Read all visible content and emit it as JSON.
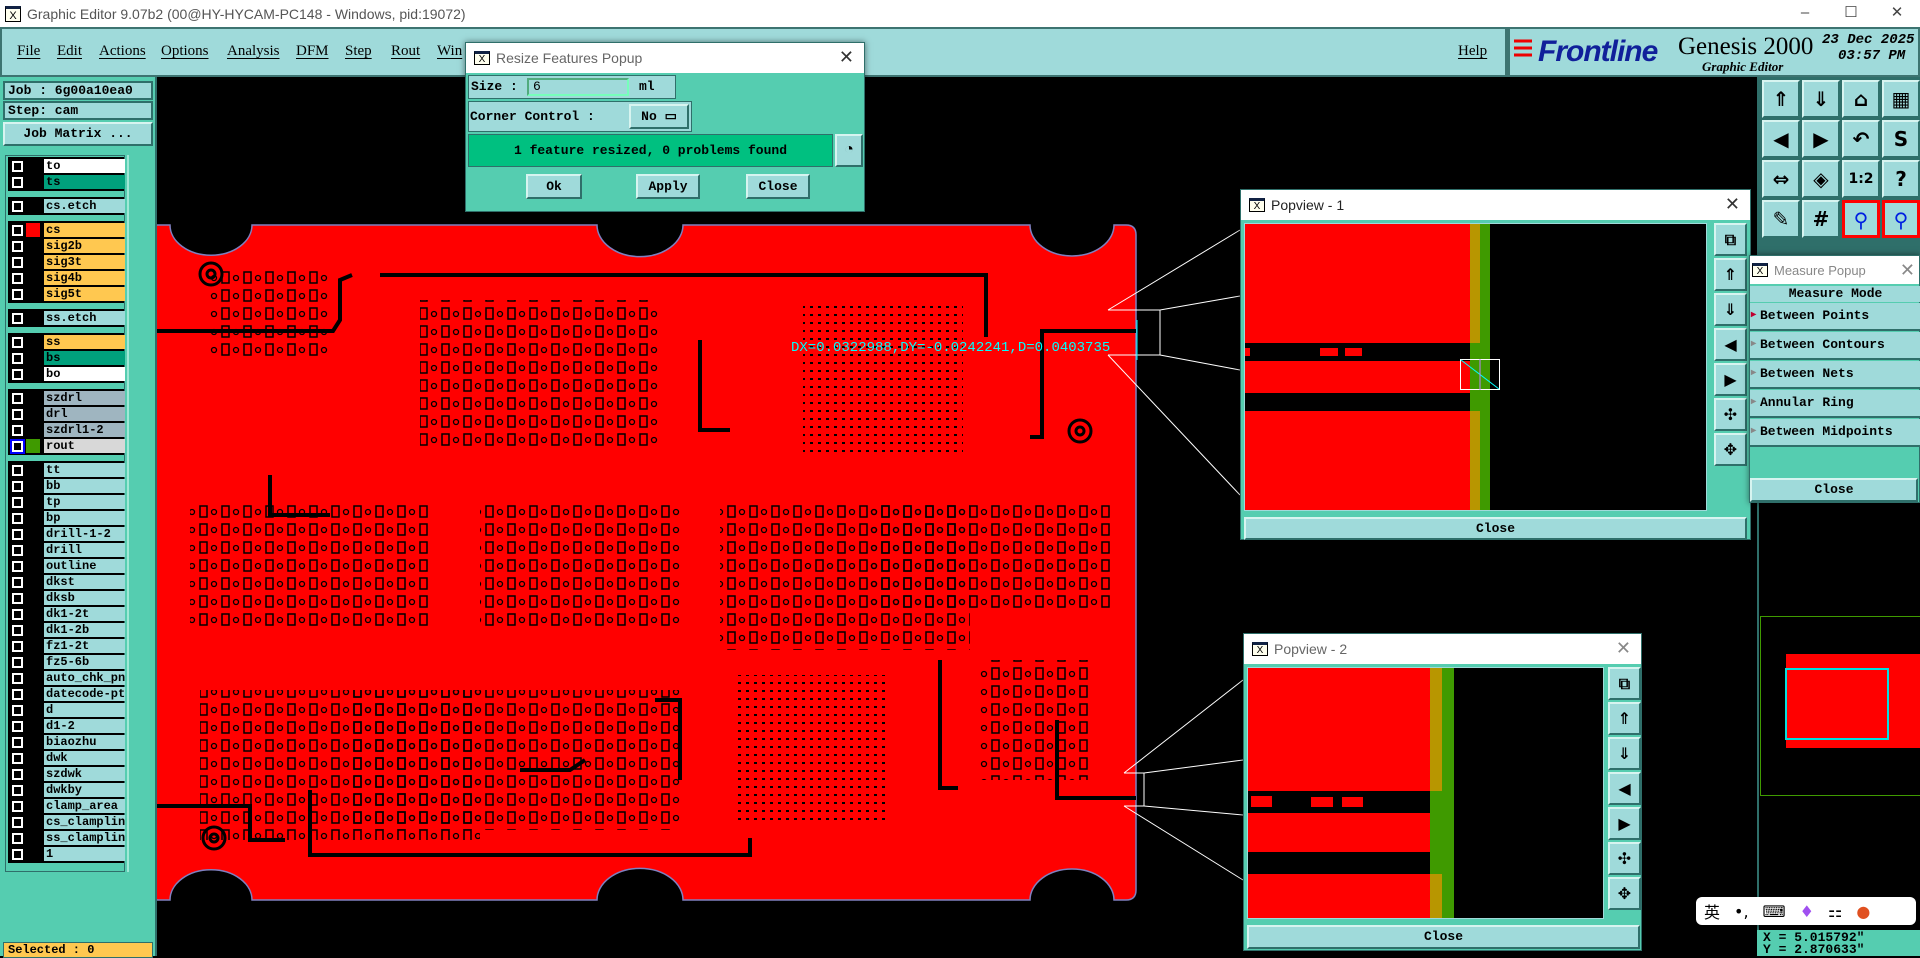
{
  "window": {
    "title": "Graphic Editor 9.07b2 (00@HY-HYCAM-PC148 - Windows, pid:19072)",
    "minimize": "–",
    "maximize": "☐",
    "close": "✕"
  },
  "menu": [
    "File",
    "Edit",
    "Actions",
    "Options",
    "Analysis",
    "DFM",
    "Step",
    "Rout",
    "Win",
    "Help"
  ],
  "brand": {
    "logo": "Frontline",
    "product": "Genesis 2000",
    "subtitle": "Graphic Editor",
    "date": "23 Dec 2025",
    "time": "03:57 PM"
  },
  "left": {
    "job": "Job : 6g00a10ea0",
    "step": "Step: cam",
    "job_matrix": "Job Matrix ...",
    "selected": "Selected : 0",
    "groups": [
      [
        {
          "name": "to",
          "color": "#ffffff"
        },
        {
          "name": "ts",
          "color": "#00a07c"
        }
      ],
      [
        {
          "name": "cs.etch",
          "color": "#9fdada"
        }
      ],
      [
        {
          "name": "cs",
          "color": "#ffc850",
          "swatch": "#ff0000"
        },
        {
          "name": "sig2b",
          "color": "#ffc850"
        },
        {
          "name": "sig3t",
          "color": "#ffc850"
        },
        {
          "name": "sig4b",
          "color": "#ffc850"
        },
        {
          "name": "sig5t",
          "color": "#ffc850"
        }
      ],
      [
        {
          "name": "ss.etch",
          "color": "#9fdada"
        }
      ],
      [
        {
          "name": "ss",
          "color": "#ffc850"
        },
        {
          "name": "bs",
          "color": "#00a07c"
        },
        {
          "name": "bo",
          "color": "#ffffff"
        }
      ],
      [
        {
          "name": "szdrl",
          "color": "#9fb5c0"
        },
        {
          "name": "drl",
          "color": "#9fb5c0"
        },
        {
          "name": "szdrl1-2",
          "color": "#9fb5c0"
        },
        {
          "name": "rout",
          "color": "#d8d8d8",
          "swatch": "#3f9a00",
          "active": true
        }
      ],
      [
        {
          "name": "tt",
          "color": "#9fdada"
        },
        {
          "name": "bb",
          "color": "#9fdada"
        },
        {
          "name": "tp",
          "color": "#9fdada"
        },
        {
          "name": "bp",
          "color": "#9fdada"
        },
        {
          "name": "drill-1-2",
          "color": "#9fdada"
        },
        {
          "name": "drill",
          "color": "#9fdada"
        },
        {
          "name": "outline",
          "color": "#9fdada"
        },
        {
          "name": "dkst",
          "color": "#9fdada"
        },
        {
          "name": "dksb",
          "color": "#9fdada"
        },
        {
          "name": "dk1-2t",
          "color": "#9fdada"
        },
        {
          "name": "dk1-2b",
          "color": "#9fdada"
        },
        {
          "name": "fz1-2t",
          "color": "#9fdada"
        },
        {
          "name": "fz5-6b",
          "color": "#9fdada"
        },
        {
          "name": "auto_chk_pnl",
          "color": "#9fdada"
        },
        {
          "name": "datecode-ptc",
          "color": "#9fdada"
        },
        {
          "name": "d",
          "color": "#9fdada"
        },
        {
          "name": "d1-2",
          "color": "#9fdada"
        },
        {
          "name": "biaozhu",
          "color": "#9fdada"
        },
        {
          "name": "dwk",
          "color": "#9fdada"
        },
        {
          "name": "szdwk",
          "color": "#9fdada"
        },
        {
          "name": "dwkby",
          "color": "#9fdada"
        },
        {
          "name": "clamp_area",
          "color": "#9fdada"
        },
        {
          "name": "cs_clampline",
          "color": "#9fdada"
        },
        {
          "name": "ss_clampline",
          "color": "#9fdada"
        },
        {
          "name": "1",
          "color": "#9fdada"
        }
      ]
    ]
  },
  "measure_readout": "DX=0.0322988,DY=-0.0242241,D=0.0403735",
  "resize_popup": {
    "title": "Resize Features Popup",
    "size_label": "Size :",
    "size_value": "6",
    "size_unit": "ml",
    "corner_label": "Corner Control :",
    "corner_value": "No",
    "status": "1 feature resized, 0 problems found",
    "ok": "Ok",
    "apply": "Apply",
    "close": "Close"
  },
  "popview1": {
    "title": "Popview - 1",
    "close": "Close"
  },
  "popview2": {
    "title": "Popview - 2",
    "close": "Close"
  },
  "measure_popup": {
    "title": "Measure Popup",
    "header": "Measure Mode",
    "options": [
      "Between Points",
      "Between Contours",
      "Between Nets",
      "Annular Ring",
      "Between Midpoints"
    ],
    "selected": "Between Points",
    "close": "Close"
  },
  "toolbar_icons": [
    "page-up-icon",
    "page-down-icon",
    "home-icon",
    "window-xy-icon",
    "pan-left-icon",
    "pan-right-icon",
    "undo-view-icon",
    "snake-icon",
    "zoom-fit-icon",
    "zoom-center-icon",
    "scale-1-2-icon",
    "help-icon",
    "tools-icon",
    "grid-icon",
    "net-highlight-icon",
    "drc-icon"
  ],
  "toolbar_glyphs": [
    "⇑",
    "⇓",
    "⌂",
    "▦",
    "◀",
    "▶",
    "↶",
    "S",
    "⇔",
    "◈",
    "1:2",
    "?",
    "✎",
    "#",
    "⚲",
    "⚲"
  ],
  "popview_side_glyphs": [
    "⧉",
    "⇑",
    "⇓",
    "◀",
    "▶",
    "✣",
    "✥"
  ],
  "coords": {
    "x": "X = 5.015792\"",
    "y": "Y = 2.870633\""
  },
  "ime_toolbar": {
    "lang": "英",
    "punct": "•,",
    "keyboard": "⌨",
    "apps": "⚏"
  },
  "colors": {
    "copper": "#ff0000",
    "panel": "#55cdb0",
    "menu": "#9fdada",
    "status_ok": "#00c080",
    "measure_line": "#00ffff"
  }
}
